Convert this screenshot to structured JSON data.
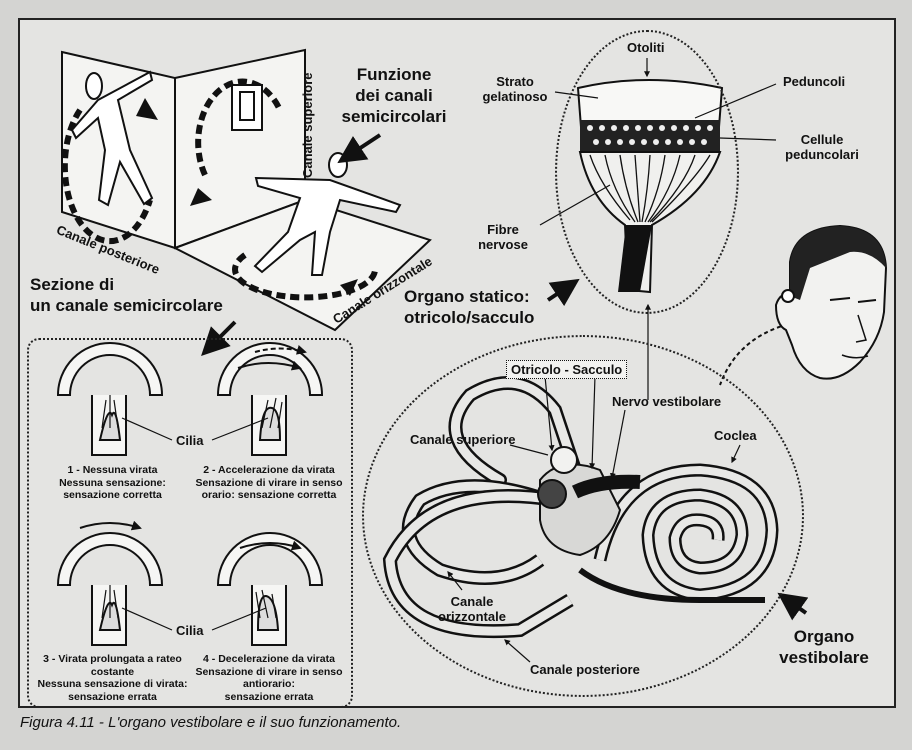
{
  "figure_caption": "Figura 4.11 - L'organo vestibolare e il suo funzionamento.",
  "canals": {
    "title_line1": "Funzione",
    "title_line2": "dei canali",
    "title_line3": "semicircolari",
    "superior": "Canale superiore",
    "posterior": "Canale posteriore",
    "horizontal": "Canale orizzontale"
  },
  "section": {
    "title_line1": "Sezione di",
    "title_line2": "un canale semicircolare",
    "cilia_label": "Cilia",
    "cases": [
      {
        "line1": "1 - Nessuna virata",
        "line2": "Nessuna sensazione:",
        "line3": "sensazione corretta",
        "line4": ""
      },
      {
        "line1": "2 - Accelerazione da virata",
        "line2": "Sensazione di virare in senso",
        "line3": "orario: sensazione corretta",
        "line4": ""
      },
      {
        "line1": "3 - Virata prolungata a rateo",
        "line2": "costante",
        "line3": "Nessuna sensazione di virata:",
        "line4": "sensazione errata"
      },
      {
        "line1": "4 - Decelerazione da virata",
        "line2": "Sensazione di virare in senso",
        "line3": "antiorario:",
        "line4": "sensazione errata"
      }
    ]
  },
  "static_organ": {
    "otoliths": "Otoliti",
    "gel_line1": "Strato",
    "gel_line2": "gelatinoso",
    "stalks": "Peduncoli",
    "cells_line1": "Cellule",
    "cells_line2": "peduncolari",
    "fibers_line1": "Fibre",
    "fibers_line2": "nervose",
    "title_line1": "Organo statico:",
    "title_line2": "otricolo/sacculo"
  },
  "vestibular": {
    "utricle_saccule": "Otricolo - Sacculo",
    "nerve": "Nervo vestibolare",
    "superior": "Canale superiore",
    "cochlea": "Coclea",
    "horizontal_line1": "Canale",
    "horizontal_line2": "orizzontale",
    "posterior": "Canale posteriore",
    "title_line1": "Organo",
    "title_line2": "vestibolare"
  }
}
